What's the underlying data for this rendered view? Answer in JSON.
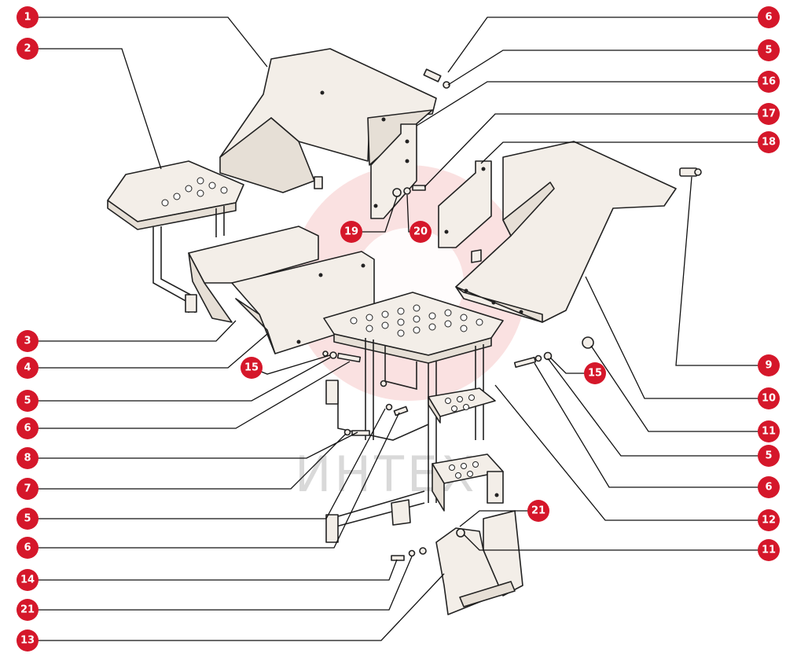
{
  "watermark": {
    "text": "ИНТЕХ"
  },
  "callouts": [
    {
      "id": "c1",
      "label": "1"
    },
    {
      "id": "c2",
      "label": "2"
    },
    {
      "id": "c3",
      "label": "3"
    },
    {
      "id": "c4",
      "label": "4"
    },
    {
      "id": "c5a",
      "label": "5"
    },
    {
      "id": "c6a",
      "label": "6"
    },
    {
      "id": "c8",
      "label": "8"
    },
    {
      "id": "c7",
      "label": "7"
    },
    {
      "id": "c5b",
      "label": "5"
    },
    {
      "id": "c6b",
      "label": "6"
    },
    {
      "id": "c14",
      "label": "14"
    },
    {
      "id": "c21a",
      "label": "21"
    },
    {
      "id": "c13",
      "label": "13"
    },
    {
      "id": "c6c",
      "label": "6"
    },
    {
      "id": "c5c",
      "label": "5"
    },
    {
      "id": "c16",
      "label": "16"
    },
    {
      "id": "c17",
      "label": "17"
    },
    {
      "id": "c18",
      "label": "18"
    },
    {
      "id": "c9",
      "label": "9"
    },
    {
      "id": "c10",
      "label": "10"
    },
    {
      "id": "c11a",
      "label": "11"
    },
    {
      "id": "c5d",
      "label": "5"
    },
    {
      "id": "c6d",
      "label": "6"
    },
    {
      "id": "c12",
      "label": "12"
    },
    {
      "id": "c11b",
      "label": "11"
    },
    {
      "id": "c19",
      "label": "19"
    },
    {
      "id": "c20",
      "label": "20"
    },
    {
      "id": "c15a",
      "label": "15"
    },
    {
      "id": "c15b",
      "label": "15"
    },
    {
      "id": "c21b",
      "label": "21"
    }
  ]
}
